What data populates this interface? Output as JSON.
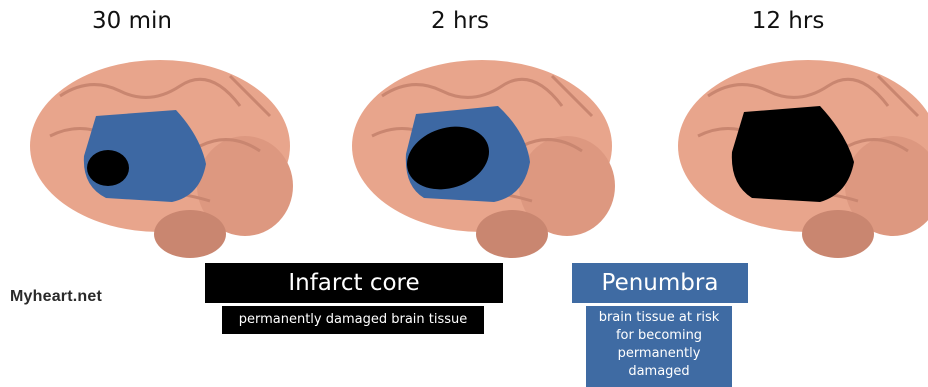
{
  "stages": [
    {
      "time_label": "30 min"
    },
    {
      "time_label": "2 hrs"
    },
    {
      "time_label": "12 hrs"
    }
  ],
  "legend": {
    "infarct_core": {
      "title": "Infarct core",
      "description": "permanently damaged brain tissue",
      "color": "#000000"
    },
    "penumbra": {
      "title": "Penumbra",
      "description_lines": [
        "brain tissue at risk",
        "for becoming",
        "permanently",
        "damaged"
      ],
      "color": "#3f6ba3"
    }
  },
  "watermark": "Myheart.net",
  "colors": {
    "brain": "#e8a58c",
    "brain_shadow": "#c98670",
    "penumbra": "#3d68a3",
    "core": "#000000"
  }
}
